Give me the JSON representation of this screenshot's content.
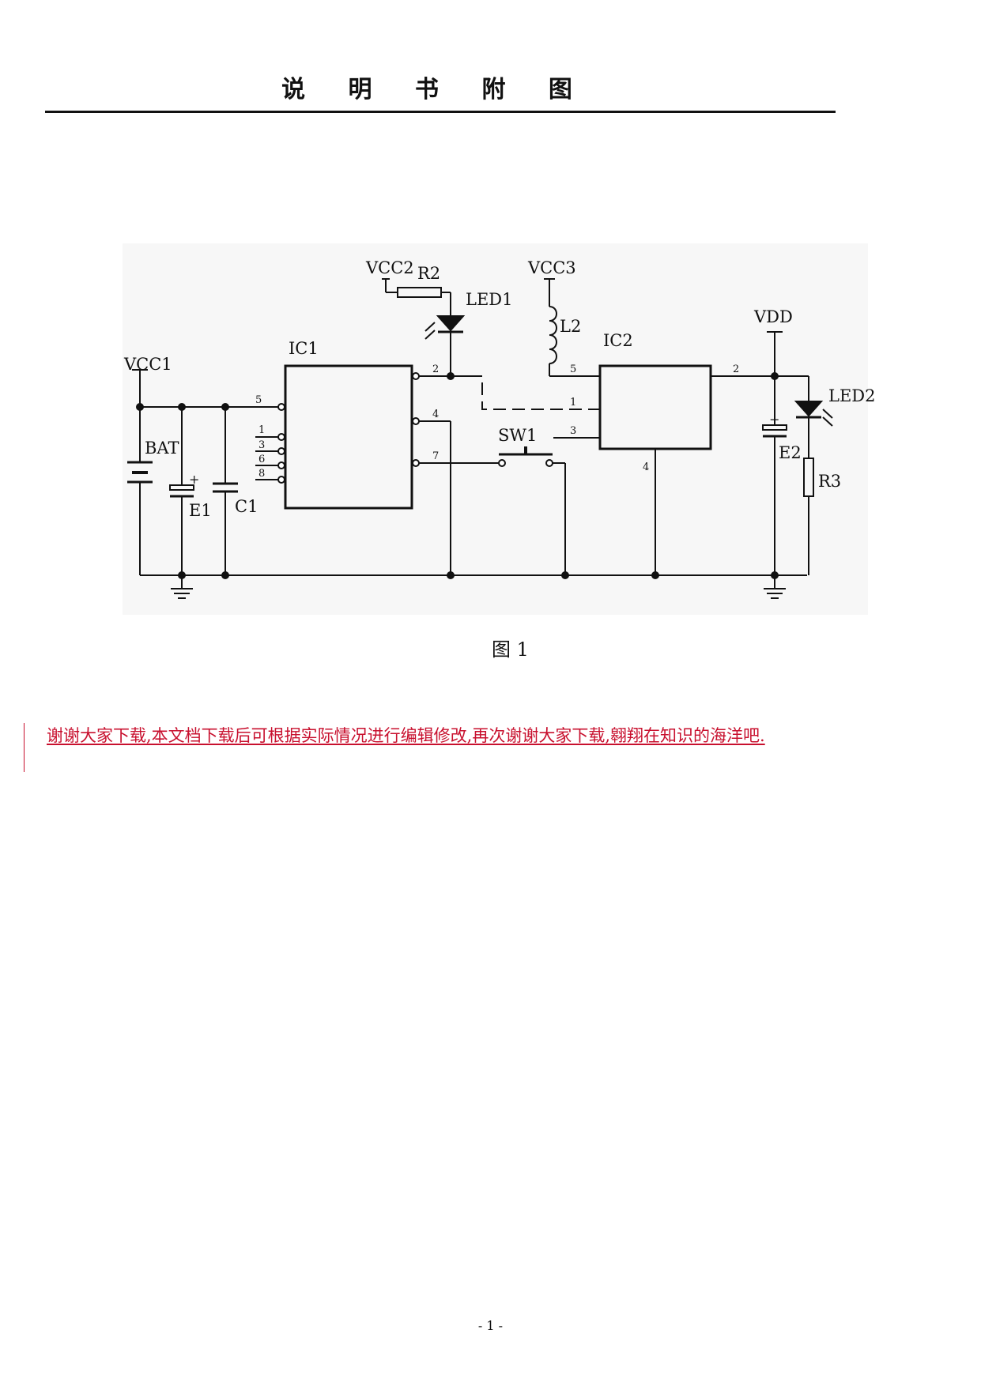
{
  "document": {
    "title_chars": [
      "说",
      "明",
      "书",
      "附",
      "图"
    ],
    "figure_caption": "图 1",
    "note": "谢谢大家下载,本文档下载后可根据实际情况进行编辑修改,再次谢谢大家下载,翱翔在知识的海洋吧.",
    "page_number": "- 1 -"
  },
  "circuit": {
    "labels": {
      "vcc1": "VCC1",
      "vcc2": "VCC2",
      "vcc3": "VCC3",
      "vdd": "VDD",
      "r2": "R2",
      "r3": "R3",
      "led1": "LED1",
      "led2": "LED2",
      "l2": "L2",
      "ic1": "IC1",
      "ic2": "IC2",
      "bat": "BAT",
      "e1": "E1",
      "e2": "E2",
      "c1": "C1",
      "sw1": "SW1"
    },
    "pins": {
      "ic1_5": "5",
      "ic1_1": "1",
      "ic1_3": "3",
      "ic1_6": "6",
      "ic1_8": "8",
      "ic1_2": "2",
      "ic1_4": "4",
      "ic1_7": "7",
      "ic2_5": "5",
      "ic2_1": "1",
      "ic2_3": "3",
      "ic2_4": "4",
      "ic2_2": "2"
    },
    "polarity_mark": "+"
  },
  "colors": {
    "note": "#c8102e",
    "ink": "#111111"
  }
}
